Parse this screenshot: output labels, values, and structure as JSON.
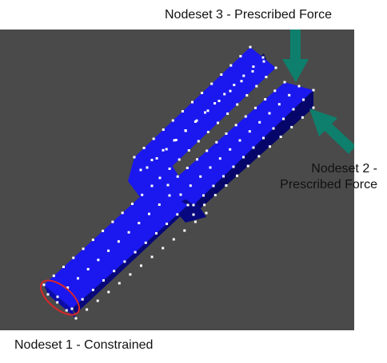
{
  "labels": {
    "nodeset3": "Nodeset 3 - Prescribed Force",
    "nodeset2_line1": "Nodeset 2 -",
    "nodeset2_line2": "Prescribed Force",
    "nodeset1": "Nodeset 1 - Constrained"
  },
  "colors": {
    "viewport_bg": "#4a4a4a",
    "mesh_top": "#1a18ee",
    "mesh_side_a": "#0d0ca8",
    "mesh_side_b": "#06066a",
    "node_marker": "#ffffff",
    "force_arrow": "#0e7f6c",
    "constraint_ellipse": "#d8262b"
  }
}
